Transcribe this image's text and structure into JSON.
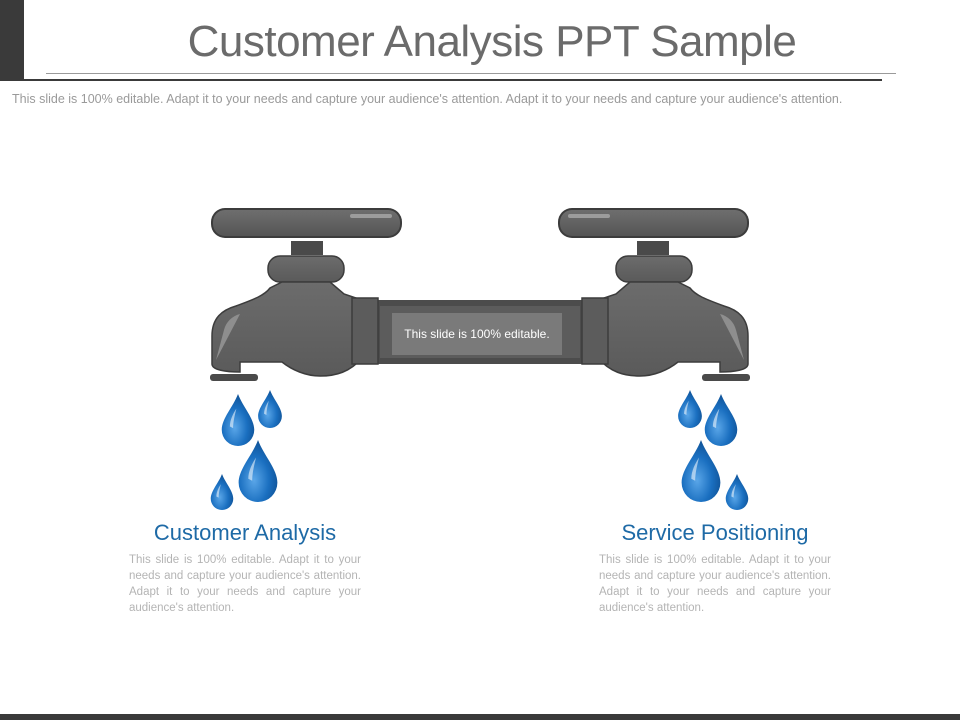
{
  "slide": {
    "title": "Customer Analysis PPT Sample",
    "subtitle": "This slide is 100% editable. Adapt it to your needs and capture your audience's attention. Adapt it to your needs and capture your audience's attention."
  },
  "diagram": {
    "center_label": "This slide is 100% editable.",
    "left": {
      "title": "Customer Analysis",
      "body": "This slide is 100% editable. Adapt it to your needs and capture your audience's attention. Adapt it to your needs and capture your audience's attention."
    },
    "right": {
      "title": "Service Positioning",
      "body": "This slide is 100% editable. Adapt it to your needs and capture your audience's attention. Adapt it to your needs and capture your audience's attention."
    }
  },
  "colors": {
    "faucet": "#636363",
    "faucet_dark": "#4a4a4a",
    "drop": "#1a6fc0",
    "heading": "#1e6aa6"
  }
}
